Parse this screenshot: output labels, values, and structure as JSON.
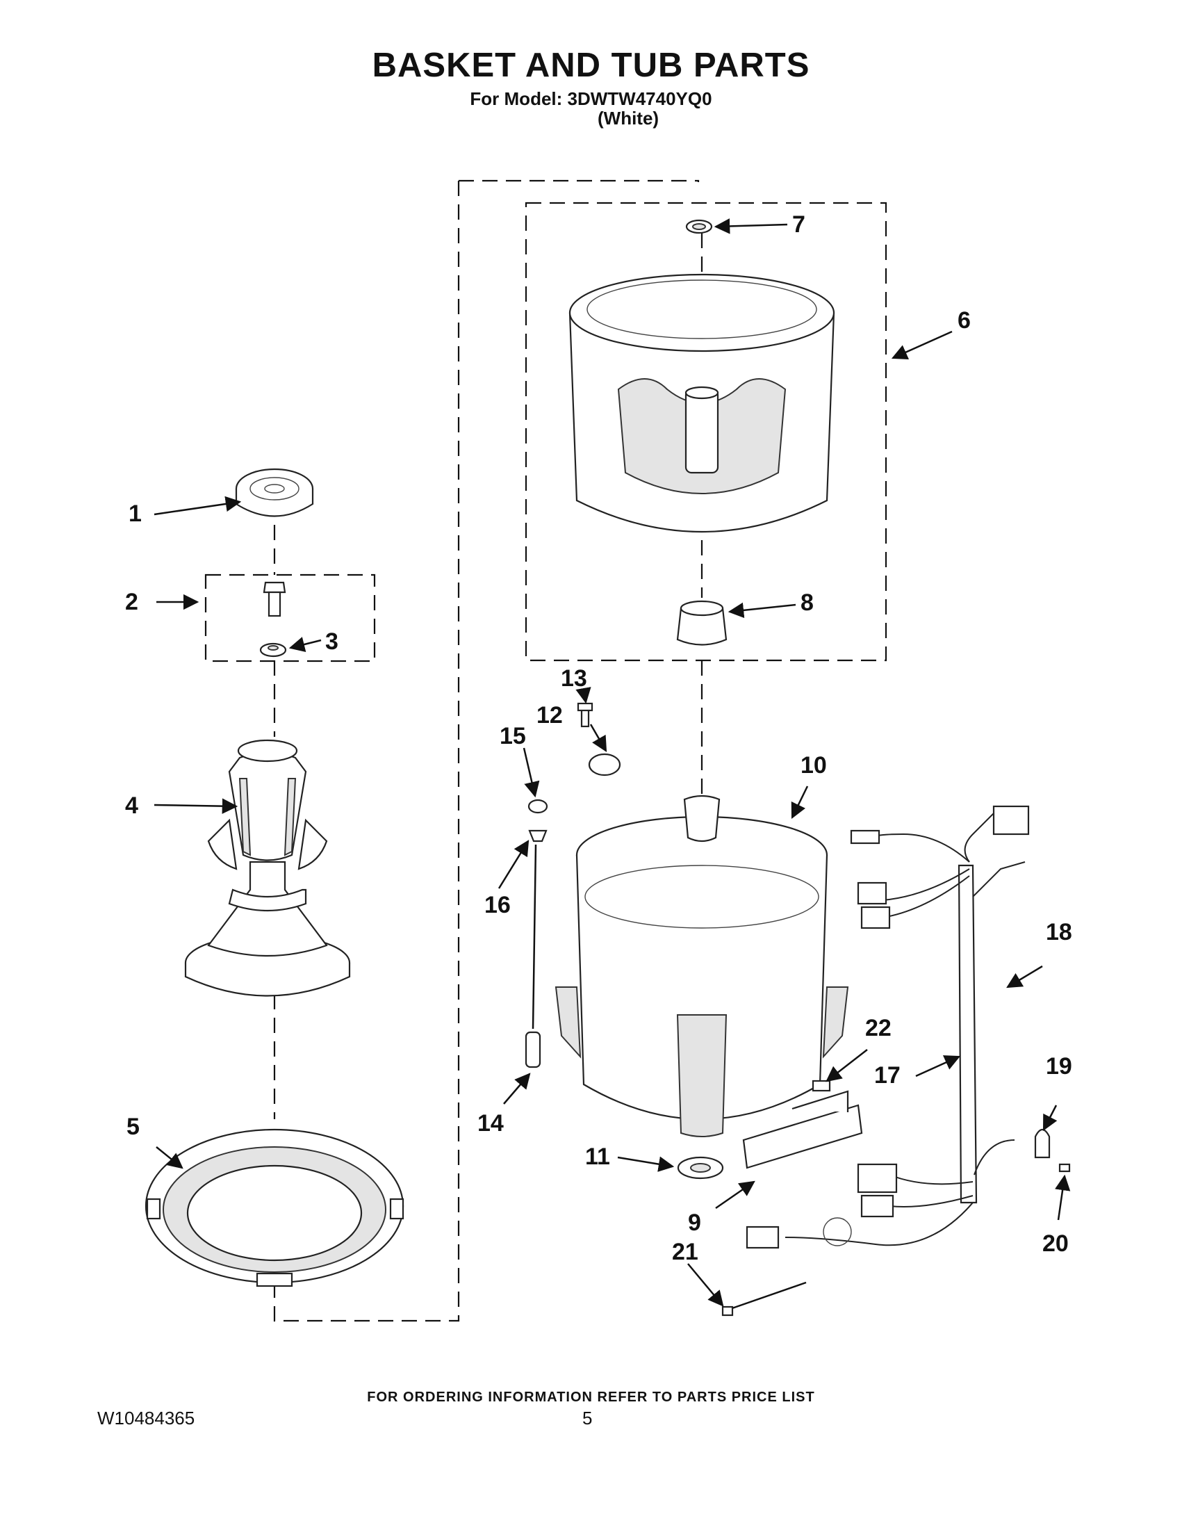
{
  "header": {
    "title": "BASKET AND TUB PARTS",
    "model_line": "For Model: 3DWTW4740YQ0",
    "color_line": "(White)"
  },
  "callouts": [
    "1",
    "2",
    "3",
    "4",
    "5",
    "6",
    "7",
    "8",
    "9",
    "10",
    "11",
    "12",
    "13",
    "14",
    "15",
    "16",
    "17",
    "18",
    "19",
    "20",
    "21",
    "22"
  ],
  "footer": {
    "note": "FOR ORDERING INFORMATION REFER TO PARTS PRICE LIST",
    "doc_number": "W10484365",
    "page_number": "5"
  }
}
